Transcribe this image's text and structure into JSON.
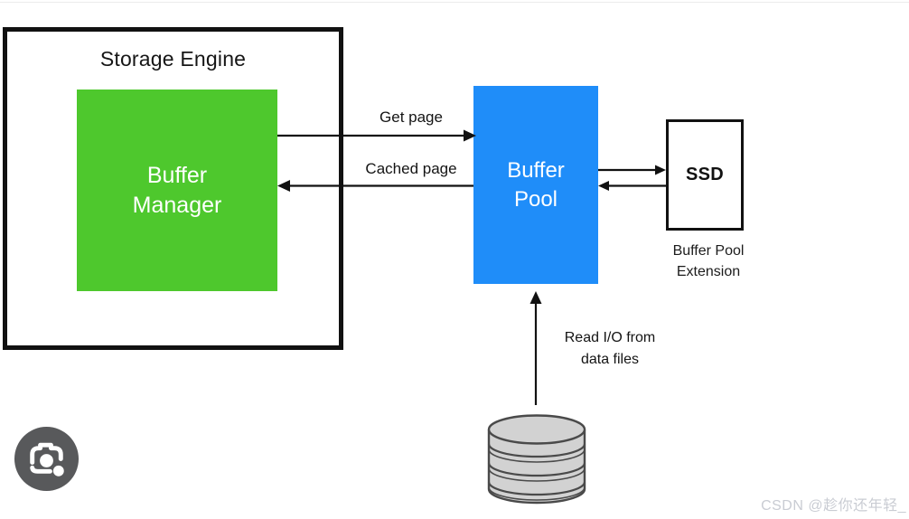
{
  "storage_engine": {
    "title": "Storage Engine"
  },
  "buffer_manager": {
    "label": "Buffer\nManager",
    "fill": "#4ec82d"
  },
  "buffer_pool": {
    "label": "Buffer\nPool",
    "fill": "#1f8df9"
  },
  "ssd": {
    "label": "SSD",
    "caption": "Buffer Pool\nExtension"
  },
  "labels": {
    "get_page": "Get page",
    "cached_page": "Cached page",
    "read_io": "Read I/O from\ndata files"
  },
  "icons": {
    "lens": "google-lens-camera-icon",
    "disk_stack": "database-cylinder-stack-icon"
  },
  "colors": {
    "arrow": "#111111",
    "disk_fill": "#d2d2d2",
    "disk_stroke": "#4a4a4a",
    "lens_circle": "#58595b",
    "watermark": "#c9ccd3"
  },
  "watermark": {
    "text": "CSDN @趁你还年轻_"
  }
}
